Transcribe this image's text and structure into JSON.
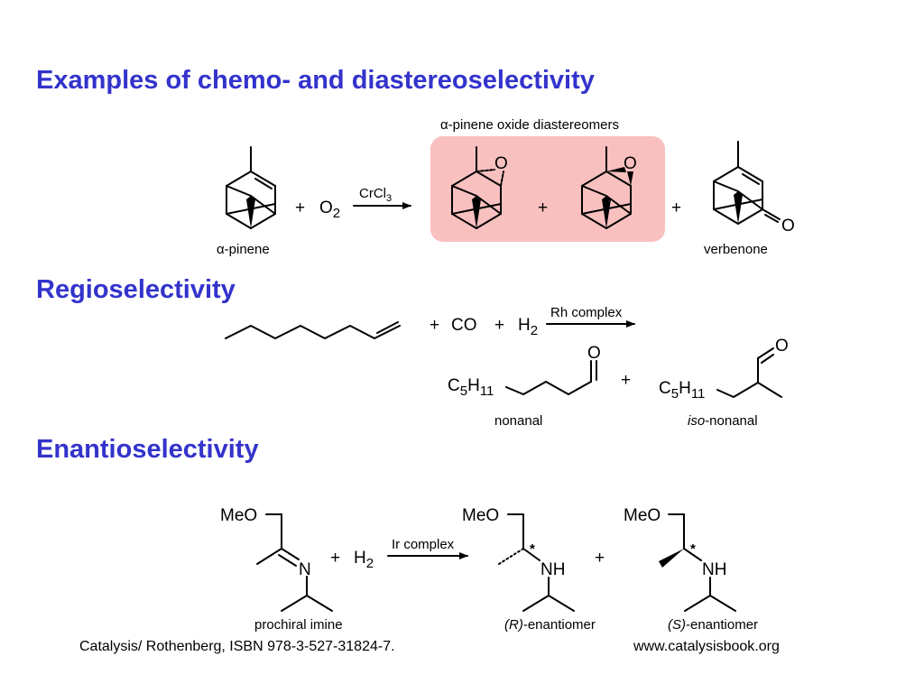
{
  "headings": {
    "title": "Examples of chemo- and diastereoselectivity",
    "regio": "Regioselectivity",
    "enantio": "Enantioselectivity"
  },
  "colors": {
    "heading": "#3333cc",
    "highlight_box": "#f9c0c0"
  },
  "scheme1": {
    "reactant_label_greek": "α",
    "reactant_label_rest": "-pinene",
    "plus": "+",
    "o2_main": "O",
    "o2_sub": "2",
    "reagent_main": "CrCl",
    "reagent_sub": "3",
    "box_label_greek": "α",
    "box_label_rest": "-pinene oxide diastereomers",
    "oxygen": "O",
    "product_label": "verbenone"
  },
  "scheme2": {
    "plus": "+",
    "co": "CO",
    "h2_main": "H",
    "h2_sub": "2",
    "reagent": "Rh complex",
    "c5h11_c": "C",
    "c5h11_5": "5",
    "c5h11_h": "H",
    "c5h11_11": "11",
    "oxygen": "O",
    "product1_label": "nonanal",
    "product2_label_italic": "iso",
    "product2_label_rest": "-nonanal"
  },
  "scheme3": {
    "meo": "MeO",
    "n": "N",
    "nh": "NH",
    "star": "*",
    "plus": "+",
    "h2_main": "H",
    "h2_sub": "2",
    "reagent": "Ir complex",
    "reactant_label": "prochiral imine",
    "product_r_prefix": "(R)",
    "product_r_rest": "-enantiomer",
    "product_s_prefix": "(S)",
    "product_s_rest": "-enantiomer"
  },
  "footer": {
    "left": "Catalysis/ Rothenberg, ISBN 978-3-527-31824-7.",
    "right": "www.catalysisbook.org"
  }
}
